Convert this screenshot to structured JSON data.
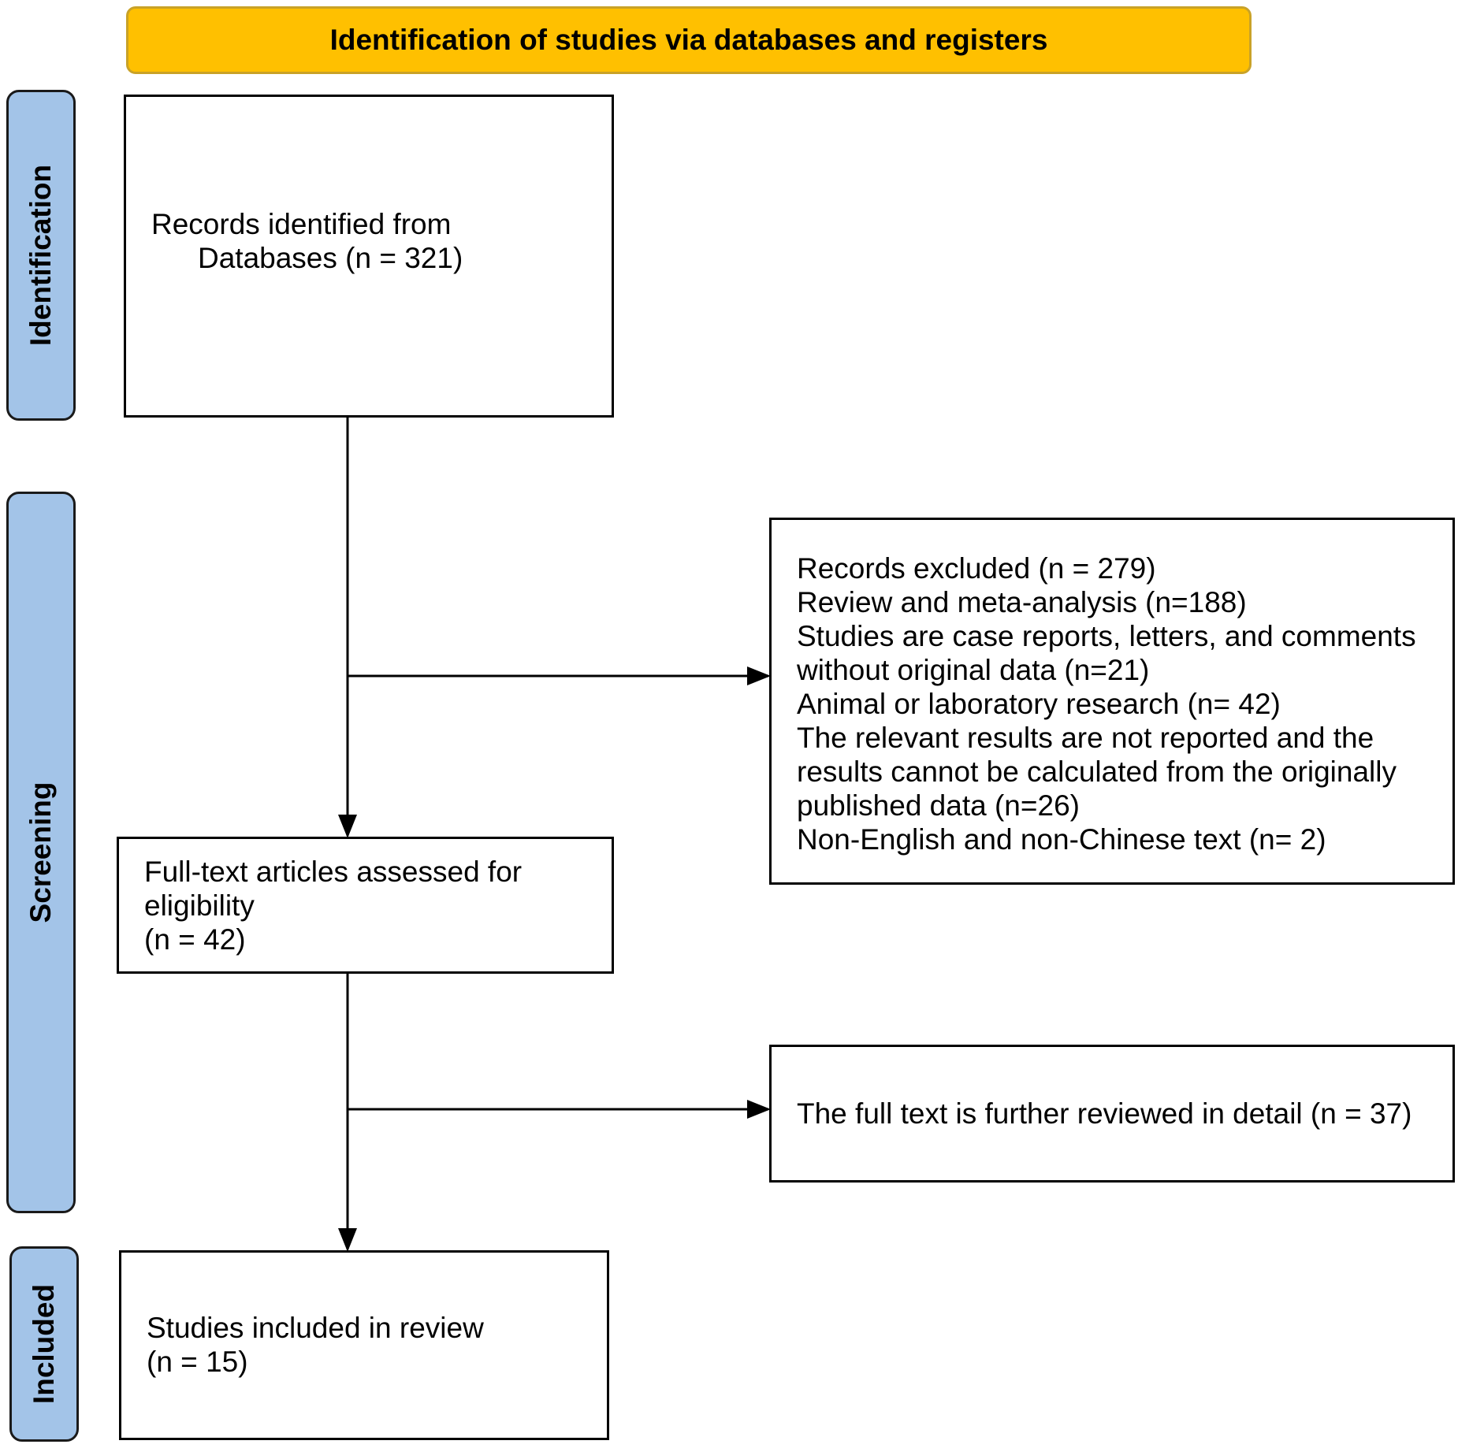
{
  "header": {
    "title": "Identification of studies via databases and registers"
  },
  "phases": {
    "identification": "Identification",
    "screening": "Screening",
    "included": "Included"
  },
  "boxes": {
    "records_identified": {
      "line1": "Records identified from",
      "line2": "Databases (n = 321)"
    },
    "full_text": {
      "line1": "Full-text articles assessed for",
      "line2": "eligibility",
      "line3": "(n = 42)"
    },
    "included": {
      "line1": "Studies included in review",
      "line2": "(n = 15)"
    },
    "excluded": {
      "lines": [
        "Records excluded (n = 279)",
        "Review and meta-analysis (n=188)",
        "Studies are case reports, letters, and comments",
        "without original data (n=21)",
        "Animal or laboratory research (n= 42)",
        "The relevant results are not reported and the",
        "results cannot be calculated from the originally",
        "published data (n=26)",
        "Non-English and non-Chinese text (n= 2)"
      ]
    },
    "reviewed": {
      "line1": "The full text is further reviewed in detail (n = 37)"
    }
  }
}
